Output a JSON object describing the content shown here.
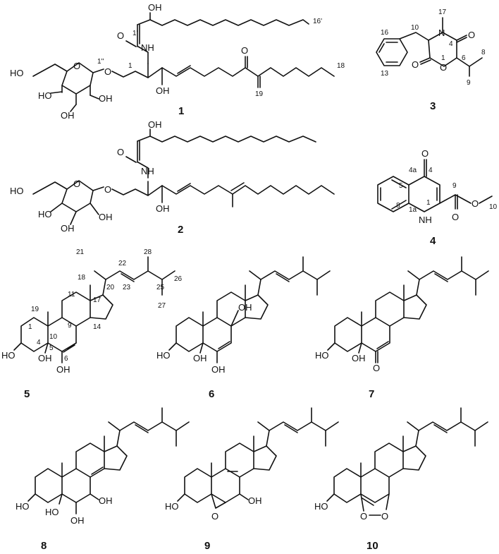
{
  "figure": {
    "compounds": [
      {
        "id": "1",
        "atom_labels": {
          "oh_top": "OH",
          "o_amide": "O",
          "c1p": "1'",
          "c16p": "16'",
          "nh": "NH",
          "c1": "1",
          "o_gly": "O",
          "c1pp": "1''",
          "o_ring": "O",
          "ho6": "HO",
          "ho4": "HO",
          "ho3": "OH",
          "ho2": "OH",
          "oh3": "OH",
          "o_keto": "O",
          "c18": "18",
          "c19": "19"
        }
      },
      {
        "id": "2",
        "atom_labels": {
          "oh_top": "OH",
          "o_amide": "O",
          "nh": "NH",
          "o_gly": "O",
          "o_ring": "O",
          "ho6": "HO",
          "ho4": "HO",
          "ho3": "OH",
          "ho2": "OH",
          "oh3": "OH"
        }
      },
      {
        "id": "3",
        "atom_labels": {
          "c17": "17",
          "c10": "10",
          "c16": "16",
          "c13": "13",
          "n4": "N",
          "n4num": "4",
          "o_top": "O",
          "o_left": "O",
          "o1": "O",
          "o1num": "1",
          "c6": "6",
          "c8": "8",
          "c9": "9"
        }
      },
      {
        "id": "4",
        "atom_labels": {
          "o4": "O",
          "c4": "4",
          "c4a": "4a",
          "c5": "5",
          "c8": "8",
          "c1a": "1a",
          "nh": "NH",
          "n1": "1",
          "c9": "9",
          "o_ester": "O",
          "o_carb": "O",
          "c10": "10"
        }
      },
      {
        "id": "5",
        "atom_labels": {
          "c21": "21",
          "c28": "28",
          "c18": "18",
          "c22": "22",
          "c20": "20",
          "c26": "26",
          "c19": "19",
          "c17": "17",
          "c23": "23",
          "c25": "25",
          "c11": "11",
          "c9": "9",
          "c27": "27",
          "c1": "1",
          "c10": "10",
          "c14": "14",
          "c4": "4",
          "c5": "5",
          "c6": "6",
          "ho3": "HO",
          "oh5": "OH",
          "oh6": "OH"
        }
      },
      {
        "id": "6",
        "atom_labels": {
          "oh9": "OH",
          "ho3": "HO",
          "oh5": "OH",
          "oh6": "OH"
        }
      },
      {
        "id": "7",
        "atom_labels": {
          "ho3": "HO",
          "oh5": "OH",
          "o6": "O"
        }
      },
      {
        "id": "8",
        "atom_labels": {
          "ho3": "HO",
          "ho5": "HO",
          "oh6": "OH",
          "oh7": "OH"
        }
      },
      {
        "id": "9",
        "atom_labels": {
          "ho3": "HO",
          "o_epox": "O",
          "oh7": "OH"
        }
      },
      {
        "id": "10",
        "atom_labels": {
          "ho3": "HO",
          "o_a": "O",
          "o_b": "O"
        }
      }
    ]
  }
}
